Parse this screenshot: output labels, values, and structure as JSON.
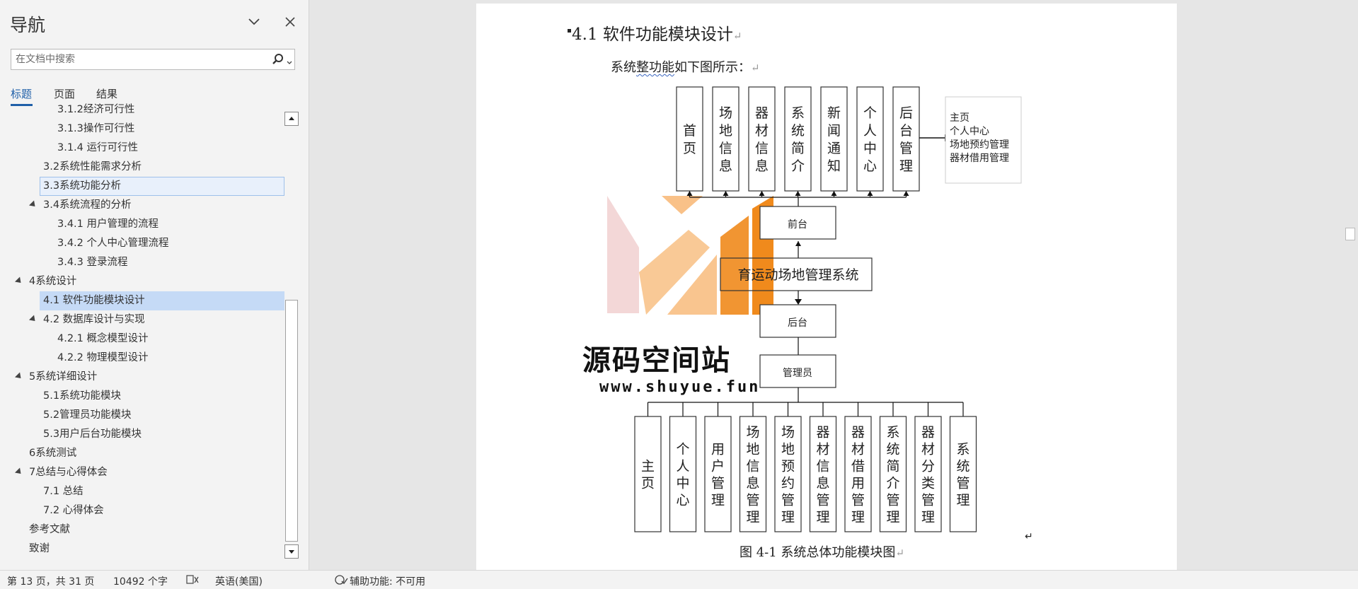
{
  "nav": {
    "title": "导航",
    "search_placeholder": "在文档中搜索",
    "tabs": [
      {
        "label": "标题",
        "active": true
      },
      {
        "label": "页面",
        "active": false
      },
      {
        "label": "结果",
        "active": false
      }
    ],
    "items": [
      {
        "label": "3.1.2经济可行性",
        "level": 3,
        "state": "partial"
      },
      {
        "label": "3.1.3操作可行性",
        "level": 3
      },
      {
        "label": "3.1.4 运行可行性",
        "level": 3
      },
      {
        "label": "3.2系统性能需求分析",
        "level": 2
      },
      {
        "label": "3.3系统功能分析",
        "level": 2,
        "state": "hover"
      },
      {
        "label": "3.4系统流程的分析",
        "level": 2,
        "expanded": true
      },
      {
        "label": "3.4.1 用户管理的流程",
        "level": 3
      },
      {
        "label": "3.4.2 个人中心管理流程",
        "level": 3
      },
      {
        "label": "3.4.3 登录流程",
        "level": 3
      },
      {
        "label": "4系统设计",
        "level": 1,
        "expanded": true
      },
      {
        "label": "4.1 软件功能模块设计",
        "level": 2,
        "state": "selected"
      },
      {
        "label": "4.2 数据库设计与实现",
        "level": 2,
        "expanded": true
      },
      {
        "label": "4.2.1 概念模型设计",
        "level": 3
      },
      {
        "label": "4.2.2 物理模型设计",
        "level": 3
      },
      {
        "label": "5系统详细设计",
        "level": 1,
        "expanded": true
      },
      {
        "label": "5.1系统功能模块",
        "level": 2
      },
      {
        "label": "5.2管理员功能模块",
        "level": 2
      },
      {
        "label": "5.3用户后台功能模块",
        "level": 2
      },
      {
        "label": "6系统测试",
        "level": 1
      },
      {
        "label": "7总结与心得体会",
        "level": 1,
        "expanded": true
      },
      {
        "label": "7.1 总结",
        "level": 2
      },
      {
        "label": "7.2 心得体会",
        "level": 2
      },
      {
        "label": "参考文献",
        "level": 1
      },
      {
        "label": "致谢",
        "level": 1
      }
    ]
  },
  "document": {
    "heading": "4.1  软件功能模块设计",
    "intro_pre": "系统",
    "intro_squiggle": "整功能",
    "intro_post": "如下图所示：",
    "return_mark": "↵",
    "caption": "图 4-1 系统总体功能模块图",
    "diagram": {
      "top_modules": [
        "首页",
        "场地信息",
        "器材信息",
        "系统简介",
        "新闻通知",
        "个人中心",
        "后台管理"
      ],
      "backend_submenu": [
        "主页",
        "个人中心",
        "场地预约管理",
        "器材借用管理"
      ],
      "frontend": "前台",
      "system_name": "体育运动场地管理系统",
      "system_name_visible": "育运动场地管理系统",
      "backend": "后台",
      "admin": "管理员",
      "bottom_modules": [
        "主页",
        "个人中心",
        "用户管理",
        "场地信息管理",
        "场地预约管理",
        "器材信息管理",
        "器材借用管理",
        "系统简介管理",
        "器材分类管理",
        "系统管理"
      ]
    },
    "watermark": {
      "text": "源码空间站",
      "url": "www.shuyue.fun",
      "colors": [
        "#f08a1c",
        "#f7b26a",
        "#e9b6b6"
      ]
    }
  },
  "status": {
    "page": "第 13 页，共 31 页",
    "words": "10492 个字",
    "language": "英语(美国)",
    "accessibility": "辅助功能: 不可用"
  }
}
